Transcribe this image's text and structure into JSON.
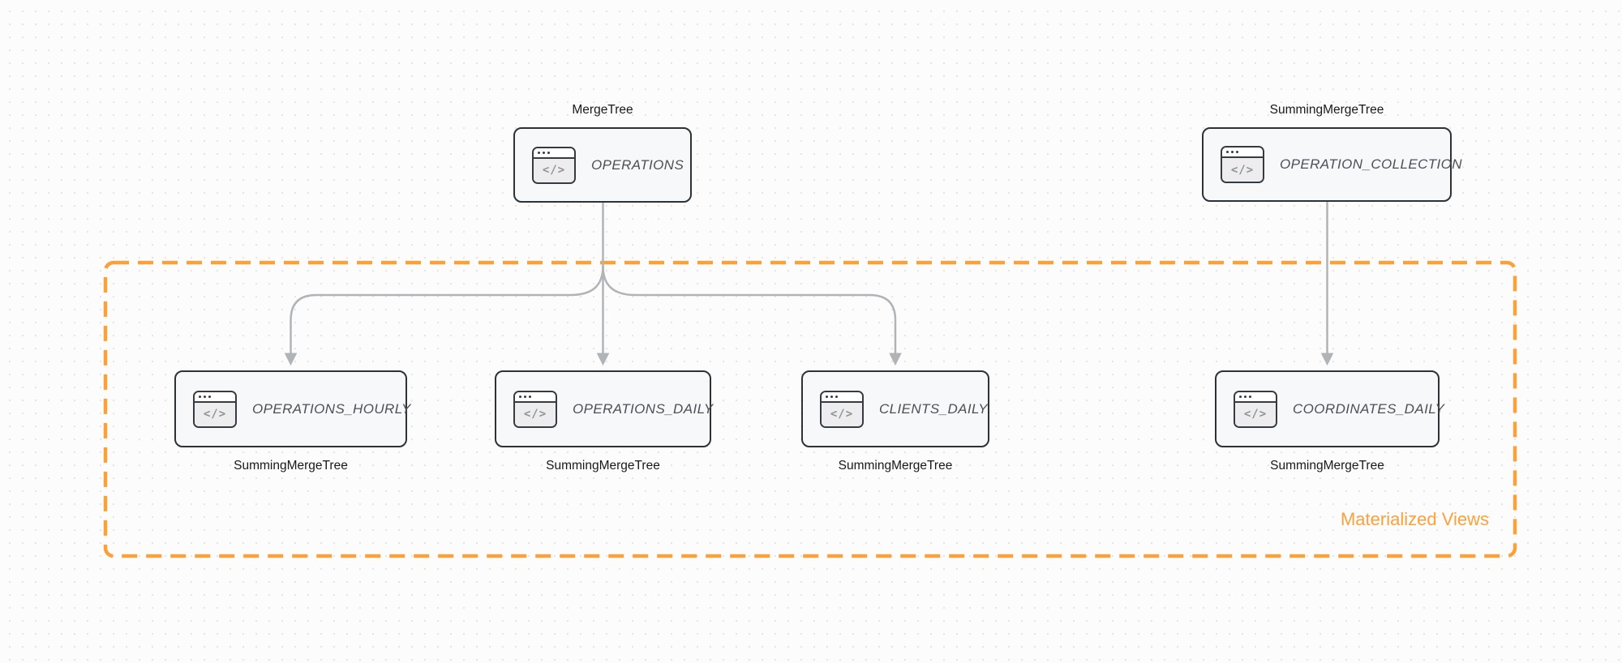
{
  "diagram": {
    "group_label": "Materialized Views",
    "icon_glyph": "</>",
    "nodes": [
      {
        "id": "operations",
        "engine": "MergeTree",
        "name": "OPERATIONS",
        "engine_label_position": "top"
      },
      {
        "id": "operation_collection",
        "engine": "SummingMergeTree",
        "name": "OPERATION_COLLECTION",
        "engine_label_position": "top"
      },
      {
        "id": "operations_hourly",
        "engine": "SummingMergeTree",
        "name": "OPERATIONS_HOURLY",
        "engine_label_position": "bottom"
      },
      {
        "id": "operations_daily",
        "engine": "SummingMergeTree",
        "name": "OPERATIONS_DAILY",
        "engine_label_position": "bottom"
      },
      {
        "id": "clients_daily",
        "engine": "SummingMergeTree",
        "name": "CLIENTS_DAILY",
        "engine_label_position": "bottom"
      },
      {
        "id": "coordinates_daily",
        "engine": "SummingMergeTree",
        "name": "COORDINATES_DAILY",
        "engine_label_position": "bottom"
      }
    ],
    "edges": [
      {
        "from": "operations",
        "to": "operations_hourly"
      },
      {
        "from": "operations",
        "to": "operations_daily"
      },
      {
        "from": "operations",
        "to": "clients_daily"
      },
      {
        "from": "operation_collection",
        "to": "coordinates_daily"
      }
    ],
    "colors": {
      "accent": "#F9A23C",
      "arrow": "#B1B4B6",
      "node_border": "#2D3236",
      "node_fill": "#F7F8F9",
      "name_text": "#4B5157",
      "label_text": "#17191C"
    }
  }
}
